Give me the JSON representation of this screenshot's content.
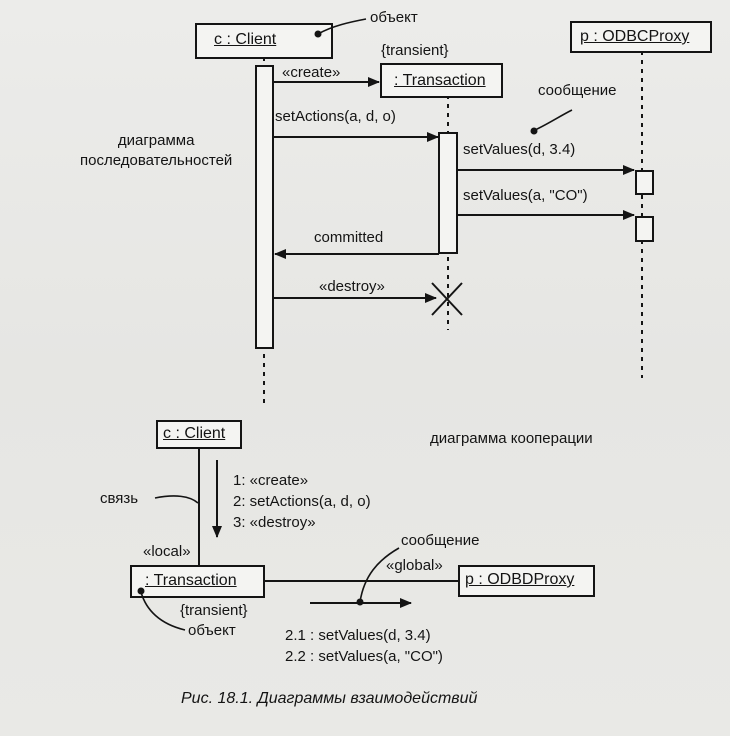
{
  "sequence": {
    "client": "c : Client",
    "transaction": ": Transaction",
    "proxy": "p : ODBCProxy",
    "label_object": "объект",
    "label_transient": "{transient}",
    "label_message": "сообщение",
    "label_diagram": "диаграмма\nпоследовательностей",
    "msg_create": "«create»",
    "msg_setactions": "setActions(a, d, o)",
    "msg_setvalues1": "setValues(d, 3.4)",
    "msg_setvalues2": "setValues(a, \"CO\")",
    "msg_committed": "committed",
    "msg_destroy": "«destroy»"
  },
  "collaboration": {
    "title": "диаграмма кооперации",
    "client": "c : Client",
    "transaction": ": Transaction",
    "proxy": "p : ODBDProxy",
    "label_link": "связь",
    "label_local": "«local»",
    "label_global": "«global»",
    "label_message": "сообщение",
    "label_transient": "{transient}",
    "label_object": "объект",
    "messages_client": [
      "1: «create»",
      "2: setActions(a, d, o)",
      "3: «destroy»"
    ],
    "messages_proxy": [
      "2.1 : setValues(d, 3.4)",
      "2.2 : setValues(a, \"CO\")"
    ]
  },
  "caption": "Рис. 18.1. Диаграммы взаимодействий"
}
